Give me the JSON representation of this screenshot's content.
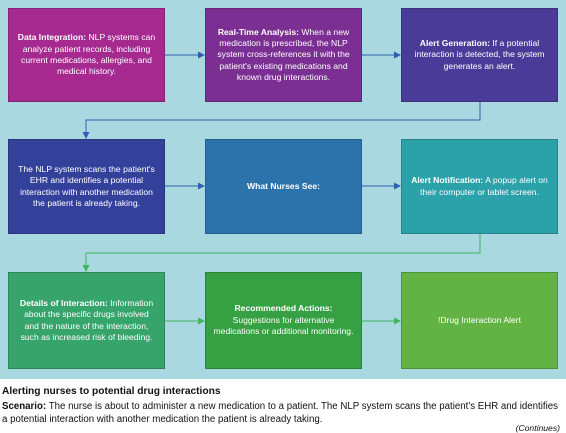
{
  "colors": {
    "background": "#a9d8e0",
    "data_integration": "#a5298f",
    "real_time_analysis": "#7c2f93",
    "alert_generation": "#4b3b99",
    "nlp_scan": "#34419b",
    "what_nurses_see": "#2c73ac",
    "alert_notification": "#2ba1aa",
    "details_of_interaction": "#37a46c",
    "recommended_actions": "#36a143",
    "drug_interaction_alert": "#62b344",
    "connector_blue": "#2f5fb5",
    "connector_green": "#3fb55a"
  },
  "flow": {
    "data_integration": {
      "title": "Data Integration:",
      "text": "NLP systems can analyze patient records, including current medications, allergies, and medical history."
    },
    "real_time_analysis": {
      "title": "Real-Time Analysis:",
      "text": "When a new medication is prescribed, the NLP system cross-references it with the patient's existing medications and known drug interactions."
    },
    "alert_generation": {
      "title": "Alert Generation:",
      "text": "If a potential interaction is detected, the system generates an alert."
    },
    "nlp_scan": {
      "text": "The NLP system scans the patient's EHR and identifies a potential interaction with another medication the patient is already taking."
    },
    "what_nurses_see": {
      "title": "What Nurses See:"
    },
    "alert_notification": {
      "title": "Alert Notification:",
      "text": "A popup alert on their computer or tablet screen."
    },
    "details_of_interaction": {
      "title": "Details of Interaction:",
      "text": "Information about the specific drugs involved and the nature of the interaction, such as increased risk of bleeding."
    },
    "recommended_actions": {
      "title": "Recommended Actions:",
      "text": "Suggestions for alternative medications or additional monitoring."
    },
    "drug_interaction_alert": {
      "text": "!Drug Interaction Alert"
    }
  },
  "caption": {
    "title": "Alerting nurses to potential drug interactions",
    "scenario_label": "Scenario:",
    "scenario_text": "The nurse is about to administer a new medication to a patient. The NLP system scans the patient's EHR and identifies a potential interaction with another medication the patient is already taking.",
    "continues": "(Continues)"
  }
}
